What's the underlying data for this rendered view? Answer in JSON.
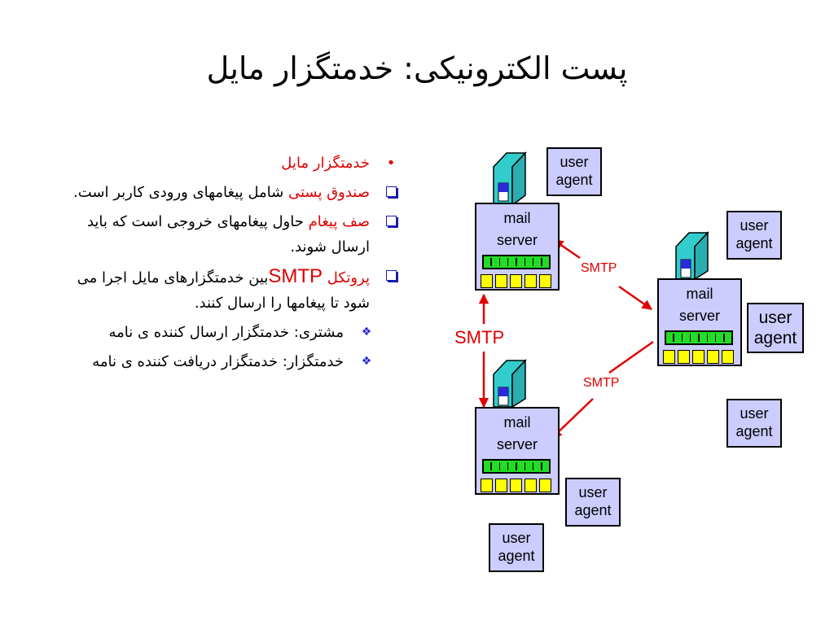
{
  "title": "پست الکترونیکی: خدمتگزار مایل",
  "bullets": [
    {
      "lead": "خدمتگزار مایل",
      "rest": ""
    },
    {
      "lead": "صندوق پستی",
      "rest": " شامل پیغامهای ورودی کاربر است."
    },
    {
      "lead": "صف پیغام",
      "rest": " حاول پیغامهای خروجی است که باید ارسال شوند."
    },
    {
      "lead": "پروتکل",
      "smtp": "SMTP",
      "rest": "بین خدمتگزارهای مایل اجرا می شود تا پیغامها را ارسال کنند."
    }
  ],
  "sub_bullets": [
    "مشتری: خدمتگزار ارسال کننده ی نامه",
    "خدمتگزار: خدمتگزار دریافت کننده ی نامه"
  ],
  "diagram": {
    "mail_server": [
      "mail",
      "server"
    ],
    "user_agent": [
      "user",
      "agent"
    ],
    "smtp": "SMTP"
  },
  "colors": {
    "box_fill": "#ccccff",
    "server_top": "#33cccc",
    "queue_green": "#22dd22",
    "mailbox_yellow": "#ffff00",
    "arrow_red": "#e00000"
  }
}
